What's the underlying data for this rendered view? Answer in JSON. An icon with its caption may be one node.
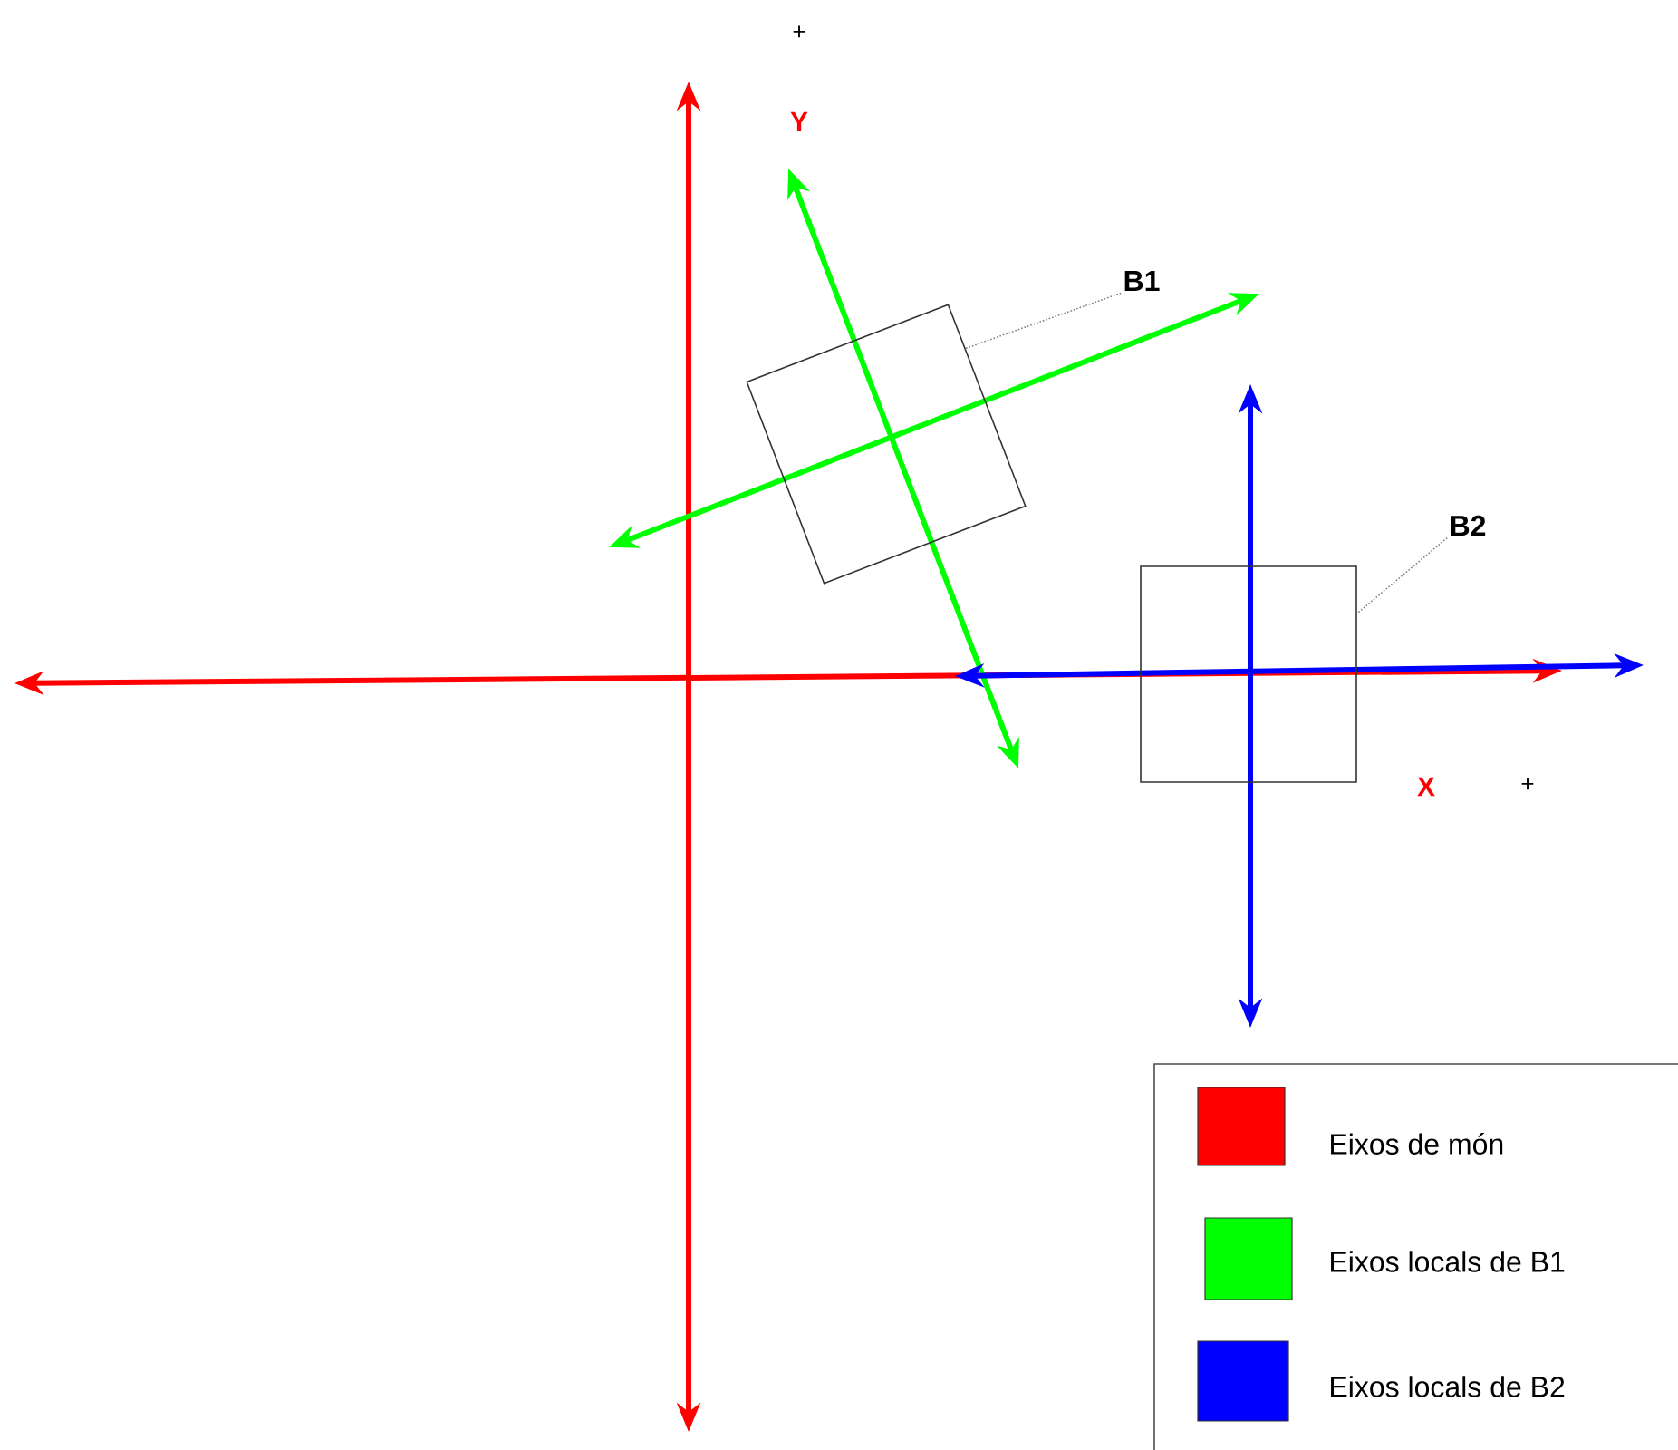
{
  "diagram": {
    "nodes": [
      {
        "text": [
          "B1"
        ]
      },
      {
        "text": [],
        "shape": "box"
      },
      {
        "text": [
          "B2"
        ]
      },
      {
        "text": [],
        "shape": "box"
      }
    ],
    "edges": [
      {
        "from": 0,
        "to": 1,
        "arrow": "none",
        "style": "dashed"
      },
      {
        "from": 2,
        "to": 3,
        "arrow": "none",
        "style": "dashed"
      }
    ],
    "labels": [
      "+",
      "Y",
      "X",
      "+"
    ],
    "legend": [
      {
        "text": "Eixos de món",
        "color": "#ff0000"
      },
      {
        "text": "Eixos locals de B1",
        "color": "#00ff00"
      },
      {
        "text": "Eixos locals de B2",
        "color": "#0000ff"
      }
    ]
  }
}
